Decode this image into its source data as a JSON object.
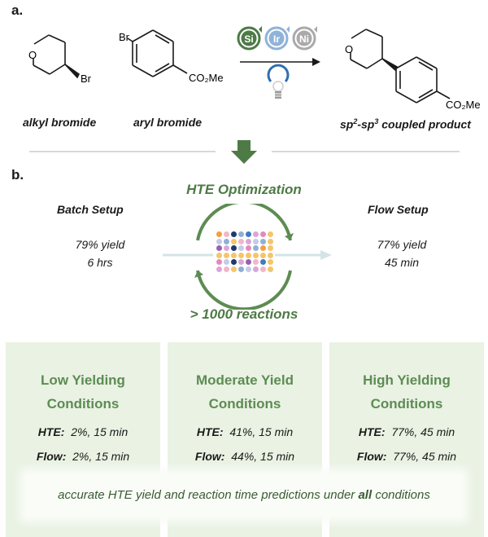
{
  "part_a": {
    "label": "a.",
    "reactant1": {
      "caption": "alkyl bromide",
      "ring_atom": "O",
      "substituent": "Br"
    },
    "reactant2": {
      "caption": "aryl bromide",
      "substituent_top": "Br",
      "substituent_para": "CO₂Me"
    },
    "catalysts": [
      "Si",
      "Ir",
      "Ni"
    ],
    "product": {
      "caption_base": "sp",
      "caption_sup1": "2",
      "caption_mid": "-sp",
      "caption_sup2": "3",
      "caption_tail": " coupled product",
      "ring_atom": "O",
      "substituent_para": "CO₂Me"
    }
  },
  "part_b": {
    "label": "b.",
    "center_title": "HTE Optimization",
    "center_subtitle": "> 1000 reactions",
    "batch": {
      "title": "Batch Setup",
      "yield": "79% yield",
      "time": "6 hrs"
    },
    "flow": {
      "title": "Flow Setup",
      "yield": "77% yield",
      "time": "45 min"
    },
    "plate_colors": [
      "#f0a043",
      "#8fb0d6",
      "#e58ab8",
      "#c3cbe8",
      "#1d3b6e",
      "#d9a7d6",
      "#9b61b0",
      "#f2b6c9",
      "#3f7bbf",
      "#f5c56a"
    ]
  },
  "panels": [
    {
      "title_line1": "Low Yielding",
      "title_line2": "Conditions",
      "hte_label": "HTE:",
      "hte_value": "2%, 15 min",
      "flow_label": "Flow:",
      "flow_value": "2%, 15 min"
    },
    {
      "title_line1": "Moderate Yield",
      "title_line2": "Conditions",
      "hte_label": "HTE:",
      "hte_value": "41%, 15 min",
      "flow_label": "Flow:",
      "flow_value": "44%, 15 min"
    },
    {
      "title_line1": "High Yielding",
      "title_line2": "Conditions",
      "hte_label": "HTE:",
      "hte_value": "77%, 45 min",
      "flow_label": "Flow:",
      "flow_value": "77%, 45 min"
    }
  ],
  "banner": {
    "before": "accurate HTE yield and reaction time predictions under ",
    "bold": "all",
    "after": " conditions"
  },
  "colors": {
    "accent_green": "#4e7a46",
    "panel_bg": "#e9f2e3",
    "panel_title": "#5d8c53"
  }
}
